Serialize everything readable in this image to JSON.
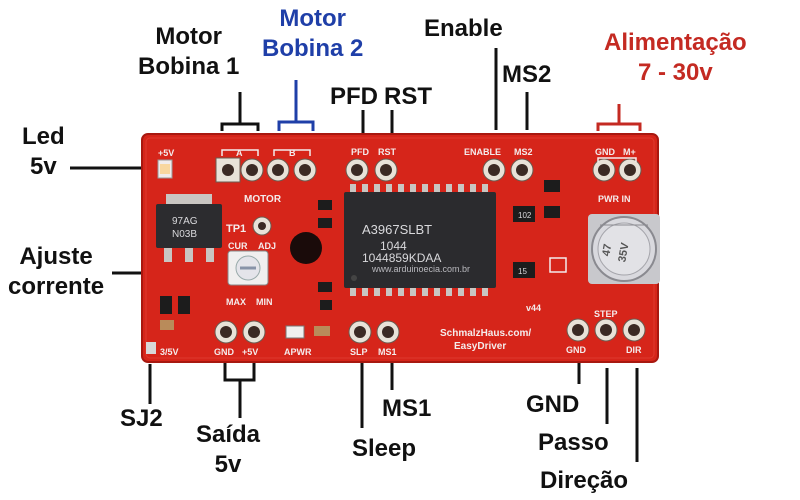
{
  "annotations": {
    "motor_bobina1": {
      "line1": "Motor",
      "line2": "Bobina 1"
    },
    "motor_bobina2": {
      "line1": "Motor",
      "line2": "Bobina 2"
    },
    "pfd": "PFD",
    "rst": "RST",
    "enable": "Enable",
    "ms2": "MS2",
    "alimentacao": {
      "line1": "Alimentação",
      "line2": "7 - 30v"
    },
    "led": {
      "line1": "Led",
      "line2": "5v"
    },
    "ajuste": {
      "line1": "Ajuste",
      "line2": "corrente"
    },
    "sj2": "SJ2",
    "saida": {
      "line1": "Saída",
      "line2": "5v"
    },
    "sleep": "Sleep",
    "ms1": "MS1",
    "gnd": "GND",
    "passo": "Passo",
    "direcao": "Direção"
  },
  "board": {
    "silk_5v": "+5V",
    "silk_a": "A",
    "silk_b": "B",
    "silk_pfd": "PFD",
    "silk_rst": "RST",
    "silk_enable": "ENABLE",
    "silk_ms2": "MS2",
    "silk_gnd_top": "GND",
    "silk_mplus": "M+",
    "silk_motor": "MOTOR",
    "silk_tp1": "TP1",
    "silk_cur": "CUR",
    "silk_adj": "ADJ",
    "silk_max": "MAX",
    "silk_min": "MIN",
    "silk_35v": "3/5V",
    "silk_gnd_bot": "GND",
    "silk_plus5v": "+5V",
    "silk_apwr": "APWR",
    "silk_slp": "SLP",
    "silk_ms1": "MS1",
    "silk_pwr_in": "PWR IN",
    "silk_step": "STEP",
    "silk_gnd_right": "GND",
    "silk_dir": "DIR",
    "silk_v44": "v44",
    "silk_brand1": "SchmalzHaus.com/",
    "silk_brand2": "EasyDriver",
    "chip_line1": "A3967SLBT",
    "chip_line2": "1044",
    "chip_line3": "1044859KDAA",
    "chip_watermark": "www.arduinoecia.com.br",
    "reg_line1": "97AG",
    "reg_line2": "N03B",
    "cap_line1": "47",
    "cap_line2": "35V",
    "smd_r1": "102",
    "smd_r2": "15",
    "colors": {
      "pcb": "#d6251a",
      "pcb_dark": "#a81810",
      "silk": "#f4ecec",
      "chip": "#2b2b2e",
      "pin": "#e8e2d8",
      "annotation_blue": "#1f3fa8",
      "annotation_red": "#c42a22"
    }
  }
}
